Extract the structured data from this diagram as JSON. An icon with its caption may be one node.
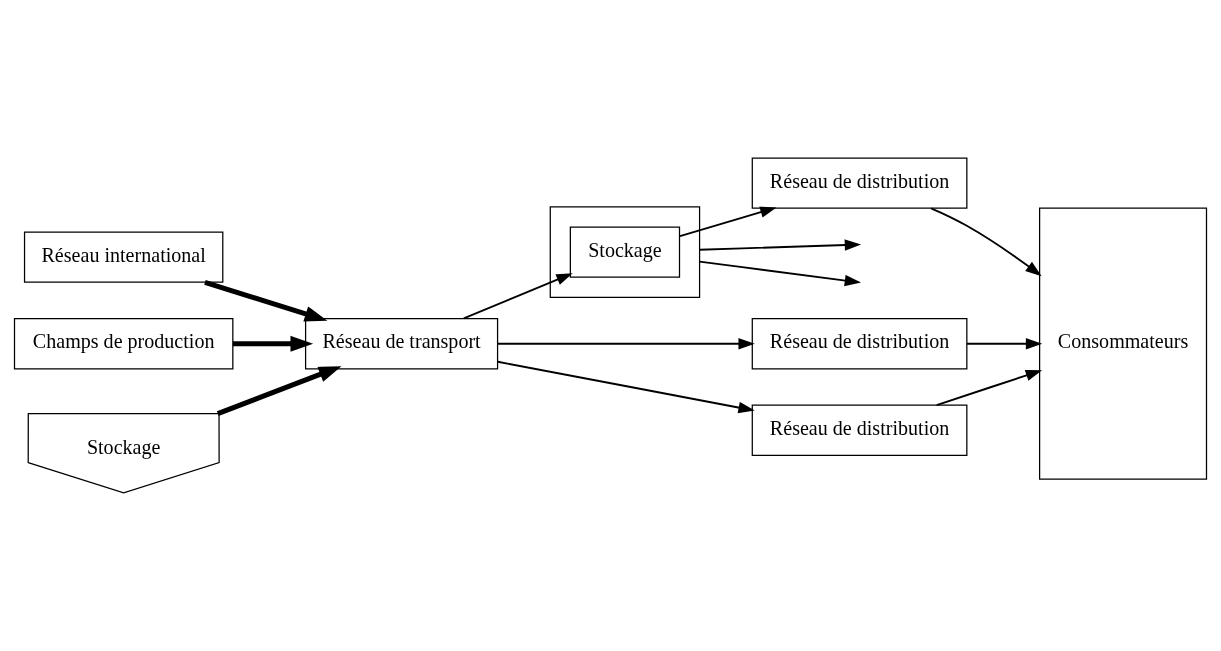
{
  "diagram": {
    "nodes": [
      {
        "text": [
          "Réseau international"
        ]
      },
      {
        "text": [
          "Champs de production"
        ]
      },
      {
        "text": [
          "Stockage"
        ]
      },
      {
        "text": [
          "Réseau de transport"
        ]
      },
      {
        "text": [],
        "shape": "box"
      },
      {
        "text": [
          "Stockage"
        ],
        "in": 4
      },
      {
        "text": [
          "Réseau de distribution"
        ]
      },
      {
        "text": [
          "Réseau de distribution"
        ]
      },
      {
        "text": [
          "Réseau de distribution"
        ]
      },
      {
        "text": [
          "Consommateurs"
        ]
      }
    ],
    "edges": [
      {
        "from": 0,
        "to": 3,
        "arrow": "to",
        "style": "thick"
      },
      {
        "from": 1,
        "to": 3,
        "arrow": "to",
        "style": "thick"
      },
      {
        "from": 2,
        "to": 3,
        "arrow": "to",
        "style": "thick"
      },
      {
        "from": 3,
        "to": 6,
        "arrow": "to"
      },
      {
        "from": 3,
        "to": 5,
        "arrow": "to"
      },
      {
        "from": 3,
        "to": 8,
        "arrow": "to"
      },
      {
        "from": 5,
        "to": 7,
        "arrow": "to"
      },
      {
        "from": 4,
        "to": null,
        "arrow": "to"
      },
      {
        "from": 4,
        "to": null,
        "arrow": "to"
      },
      {
        "from": 6,
        "to": 9,
        "arrow": "to"
      },
      {
        "from": 7,
        "to": 9,
        "arrow": "to"
      },
      {
        "from": 8,
        "to": 9,
        "arrow": "to"
      }
    ]
  }
}
